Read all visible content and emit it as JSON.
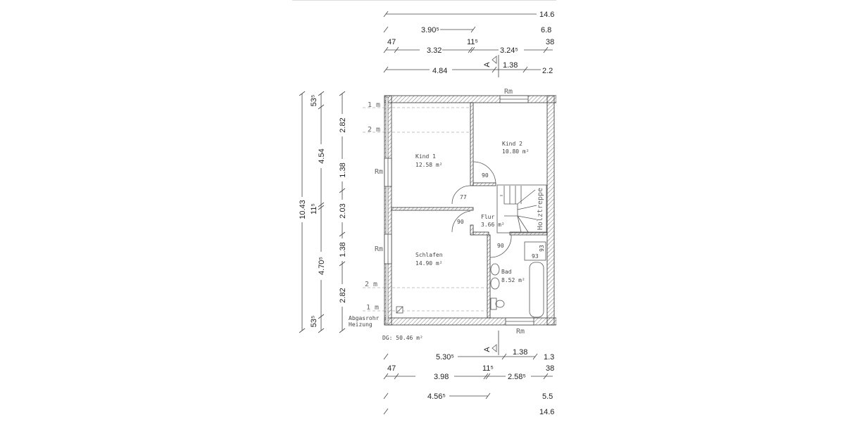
{
  "plan": {
    "total_area": "DG: 50.46 m²",
    "rooms": [
      {
        "name": "Kind 1",
        "area": "12.58 m²"
      },
      {
        "name": "Kind 2",
        "area": "10.80 m²"
      },
      {
        "name": "Flur",
        "area": "3.66 m²"
      },
      {
        "name": "Schlafen",
        "area": "14.90 m²"
      },
      {
        "name": "Bad",
        "area": "8.52 m²"
      }
    ],
    "doors": [
      "90",
      "77",
      "90",
      "90"
    ],
    "stair_label": "Holztreppe",
    "shower_dims": [
      "93",
      "93"
    ],
    "window_label": "Rm",
    "height_lines": [
      "1 m",
      "2 m",
      "2 m",
      "1 m"
    ],
    "flue_label": [
      "Abgasrohr",
      "Heizung"
    ],
    "section_marker": "A"
  },
  "dimensions": {
    "top": {
      "row1": [
        "14.6"
      ],
      "row2": [
        "3.90⁵",
        "6.8"
      ],
      "row3": [
        "47",
        "3.32",
        "11⁵",
        "3.24⁵",
        "38"
      ],
      "row4": [
        "4.84",
        "1.38",
        "2.2"
      ]
    },
    "bottom": {
      "row1": [
        "5.30⁵",
        "1.38",
        "1.3"
      ],
      "row2": [
        "47",
        "3.98",
        "11⁵",
        "2.58⁵",
        "38"
      ],
      "row3": [
        "4.56⁵",
        "5.5"
      ],
      "row4": [
        "14.6"
      ]
    },
    "left": {
      "outer": [
        "10.43"
      ],
      "middle": [
        "53⁵",
        "4.54",
        "11⁵",
        "4.70⁵",
        "53⁵"
      ],
      "inner": [
        "2.82",
        "1.38",
        "2.03",
        "1.38",
        "2.82"
      ]
    }
  }
}
